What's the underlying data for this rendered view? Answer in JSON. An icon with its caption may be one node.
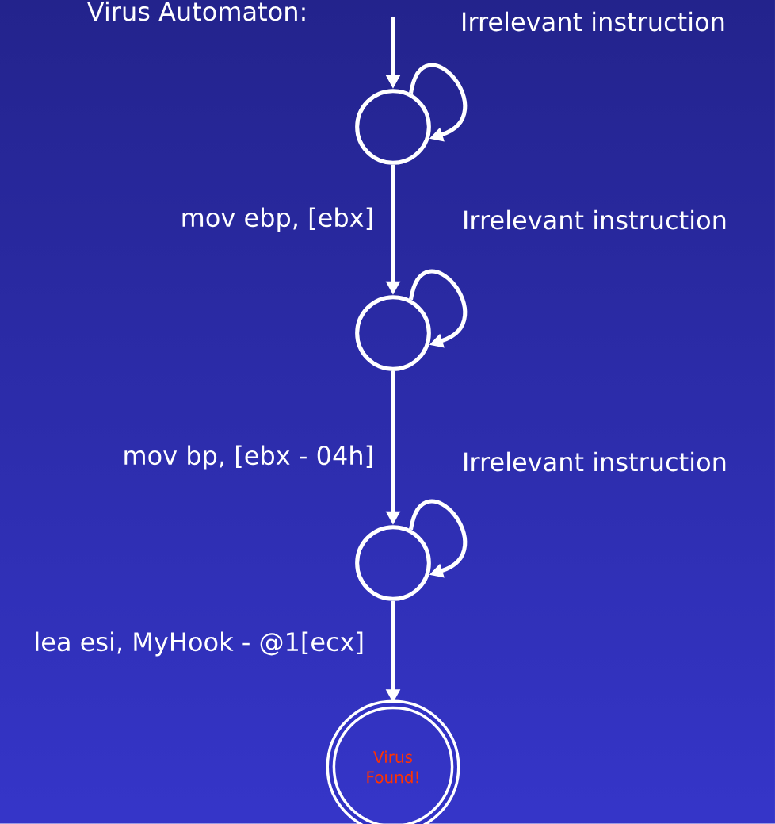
{
  "diagram": {
    "title": "Virus Automaton:",
    "nodes": [
      {
        "text": [],
        "shape": "circle"
      },
      {
        "text": [],
        "shape": "circle"
      },
      {
        "text": [],
        "shape": "circle"
      },
      {
        "text": [
          "Virus Found!"
        ]
      }
    ],
    "edges": [
      {
        "from": null,
        "to": 0,
        "arrow": "to"
      },
      {
        "from": 0,
        "to": 0,
        "arrow": "to",
        "label": "Irrelevant instruction"
      },
      {
        "from": 0,
        "to": 1,
        "arrow": "to",
        "label": "mov ebp, [ebx]"
      },
      {
        "from": 1,
        "to": 1,
        "arrow": "to",
        "label": "Irrelevant instruction"
      },
      {
        "from": 1,
        "to": 2,
        "arrow": "to",
        "label": "mov bp, [ebx - 04h]"
      },
      {
        "from": 2,
        "to": 2,
        "arrow": "to",
        "label": "Irrelevant instruction"
      },
      {
        "from": 2,
        "to": 3,
        "arrow": "to",
        "label": "lea esi, MyHook - @1[ecx]"
      }
    ]
  }
}
